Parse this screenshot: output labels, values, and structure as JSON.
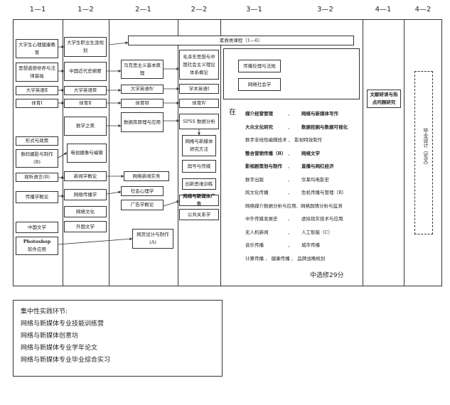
{
  "headers": [
    "1—1",
    "1—2",
    "2—1",
    "2—2",
    "3—1",
    "3—2",
    "4—1",
    "4—2"
  ],
  "banner": "素质类课程（1—6）",
  "col1": {
    "health": "大学生心理健康教育",
    "ideology": "思想道德修养与法律基础",
    "english2": "大学英语Ⅱ",
    "pe1": "体育Ⅰ",
    "policy": "形式与政策",
    "photo": "数码摄影与制作(B)",
    "av": "视听语言(B)",
    "comm": "传播学概论",
    "chinese": "中国文学",
    "ps_title": "Photoshop",
    "ps_sub": "软件应用"
  },
  "col2": {
    "career": "大学生职业生涯规划",
    "history": "中国近代史纲要",
    "english3": "大学英语Ⅲ",
    "pe2": "体育Ⅱ",
    "math": "数学之美",
    "tv": "电视摄像与编辑",
    "news": "新闻学概论",
    "netcomm": "网络传播学",
    "netculture": "网络文化",
    "foreign": "外国文学"
  },
  "col3": {
    "marx": "马克思主义基本原理",
    "english4": "大学英语Ⅳ",
    "pe3": "体育Ⅲ",
    "db": "数据库原理与应用",
    "practice": "网络新闻实务",
    "social": "社会心理学",
    "ads": "广告学概论",
    "web": "网页设计与制作(A)"
  },
  "col4": {
    "mao": "毛泽东思想与中国社会主义理论体系概论",
    "academic": "学术英语Ⅰ",
    "pe4": "体育Ⅳ",
    "spss": "SPSS 数据分析",
    "method": "网络与新媒体研究方法",
    "planning": "舆号与传媒",
    "innov": "创新思维训练",
    "adv": "网络与新媒体广告",
    "pr": "公共关系学"
  },
  "col5": {
    "ethics": "传播伦理与法规",
    "society": "网络社会学"
  },
  "electives": {
    "lead": "在",
    "rows": [
      [
        "媒介经营管理",
        "、",
        "网络与新媒体写作"
      ],
      [
        "大众文化研究",
        "、",
        "数据挖掘与数据可视化"
      ],
      [
        "数字非线性编辑技术 、 影视特效制作"
      ],
      [
        "整合营销传播（B）",
        "、",
        "网络文学"
      ],
      [
        "影视剧策划与制作",
        "、",
        "直播与网红经济"
      ],
      [
        "数字出版",
        "、",
        "华莱坞电影史"
      ],
      [
        "跨文化传播",
        "、",
        "危机传播与管理（B）"
      ],
      [
        "网络媒介数据分析与应用、网络舆情分析与监测"
      ],
      [
        "中外传媒发展史",
        "、",
        "虚拟现实技术与应用"
      ],
      [
        "无人机新闻",
        "、",
        "人工智能（C）"
      ],
      [
        "音乐传播",
        "、",
        "城市传播"
      ],
      [
        "计算传播 、 健康传播 、 品牌战略规划"
      ]
    ],
    "total": "中选修29分"
  },
  "col7": {
    "thesis": "文献研读与热点问题研究"
  },
  "col8": {
    "grad": "毕业设计（论文）"
  },
  "practice": {
    "title": "集中性实践环节:",
    "items": [
      "网络与新媒体专业技能训练营",
      "网络与新媒体创意坊",
      "网络与新媒体专业学年论文",
      "网络与新媒体专业毕业综合实习"
    ]
  }
}
